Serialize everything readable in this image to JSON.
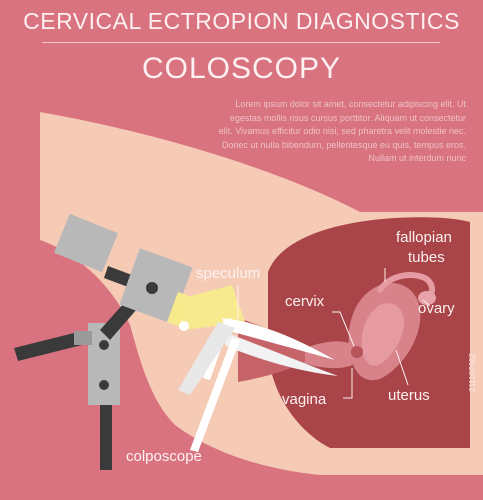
{
  "title_line1": "CERVICAL ECTROPION DIAGNOSTICS",
  "title_line2": "COLOSCOPY",
  "body_text": "Lorem ipsum dolor sit amet, consectetur adipiscing elit. Ut egestas mollis risus cursus porttitor. Aliquam ut consectetur elit. Vivamus efficitur odio nisi, sed pharetra velit molestie nec. Donec ut nulla bibendum, pellentesque eu quis, tempus eros. Nullam ut interdum nunc",
  "labels": {
    "speculum": "speculum",
    "fallopian_line1": "fallopian",
    "fallopian_line2": "tubes",
    "cervix": "cervix",
    "ovary": "ovary",
    "uterus": "uterus",
    "vagina": "vagina",
    "colposcope": "colposcope"
  },
  "stock_id": "211107682",
  "colors": {
    "background": "#d97380",
    "skin": "#f6cbb6",
    "inner_cavity": "#a94548",
    "organ": "#d8828a",
    "device_grey": "#b8b8b8",
    "device_dark": "#3a3a3a",
    "light_beam": "#f6ea8c",
    "text_light": "#fdf0f1"
  }
}
